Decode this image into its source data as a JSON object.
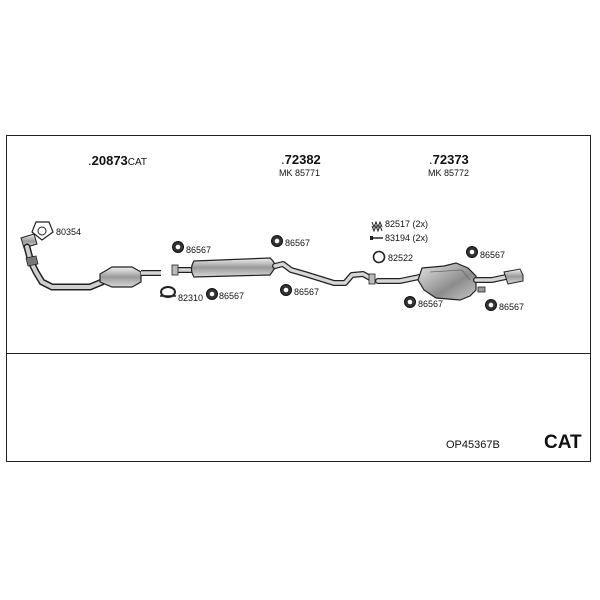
{
  "parts": {
    "cat": {
      "number": "20873",
      "suffix": "CAT"
    },
    "middle": {
      "number": "72382",
      "sub": "MK  85771"
    },
    "rear": {
      "number": "72373",
      "sub": "MK  85772"
    }
  },
  "labels": {
    "gasket": "80354",
    "hanger_a": "86567",
    "hanger_b": "86567",
    "hanger_c": "86567",
    "hanger_d": "86567",
    "hanger_e": "86567",
    "hanger_f": "86567",
    "hanger_g": "86567",
    "clamp": "82310",
    "spring": "82517 (2x)",
    "bolt": "83194 (2x)",
    "ring": "82522"
  },
  "footer": {
    "code": "OP45367B",
    "tag": "CAT"
  }
}
